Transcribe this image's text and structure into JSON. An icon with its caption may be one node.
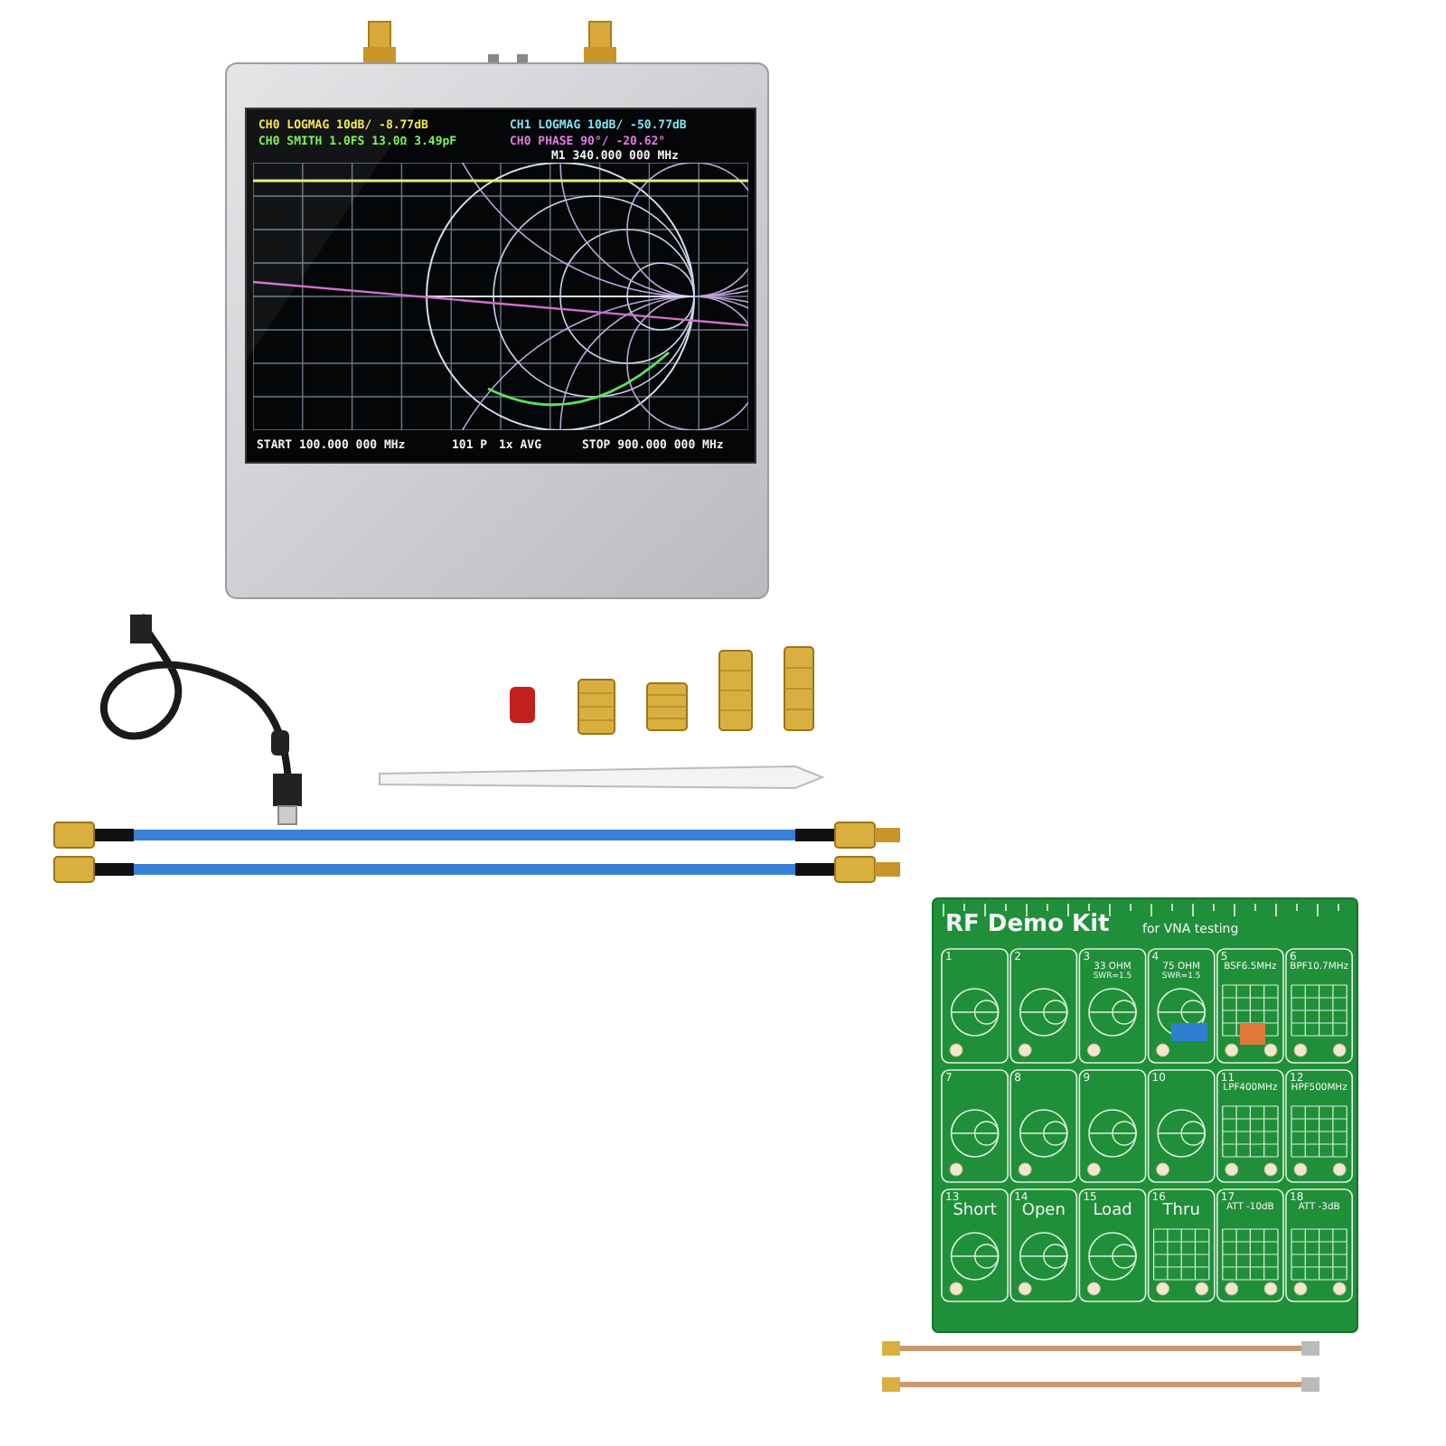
{
  "diagram": {
    "labels": [
      "CH0 LOGMAG 10dB/ -8.77dB",
      "CH1 LOGMAG 10dB/ -50.77dB",
      "CH0 SMITH 1.0FS 13.0Ω 3.49pF",
      "CH0 PHASE 90°/ -20.62°",
      "M1 340.000 000 MHz",
      "START 100.000 000 MHz",
      "101 P",
      "1x AVG",
      "STOP 900.000 000 MHz",
      "RF Demo Kit",
      "for VNA testing",
      "1",
      "2",
      "3",
      "33 OHM",
      "SWR=1.5",
      "4",
      "75 OHM",
      "SWR=1.5",
      "5",
      "BSF6.5MHz",
      "6",
      "BPF10.7MHz",
      "7",
      "8",
      "9",
      "10",
      "11",
      "LPF400MHz",
      "12",
      "HPF500MHz",
      "13",
      "Short",
      "14",
      "Open",
      "15",
      "Load",
      "16",
      "Thru",
      "17",
      "ATT -10dB",
      "18",
      "ATT -3dB"
    ]
  }
}
